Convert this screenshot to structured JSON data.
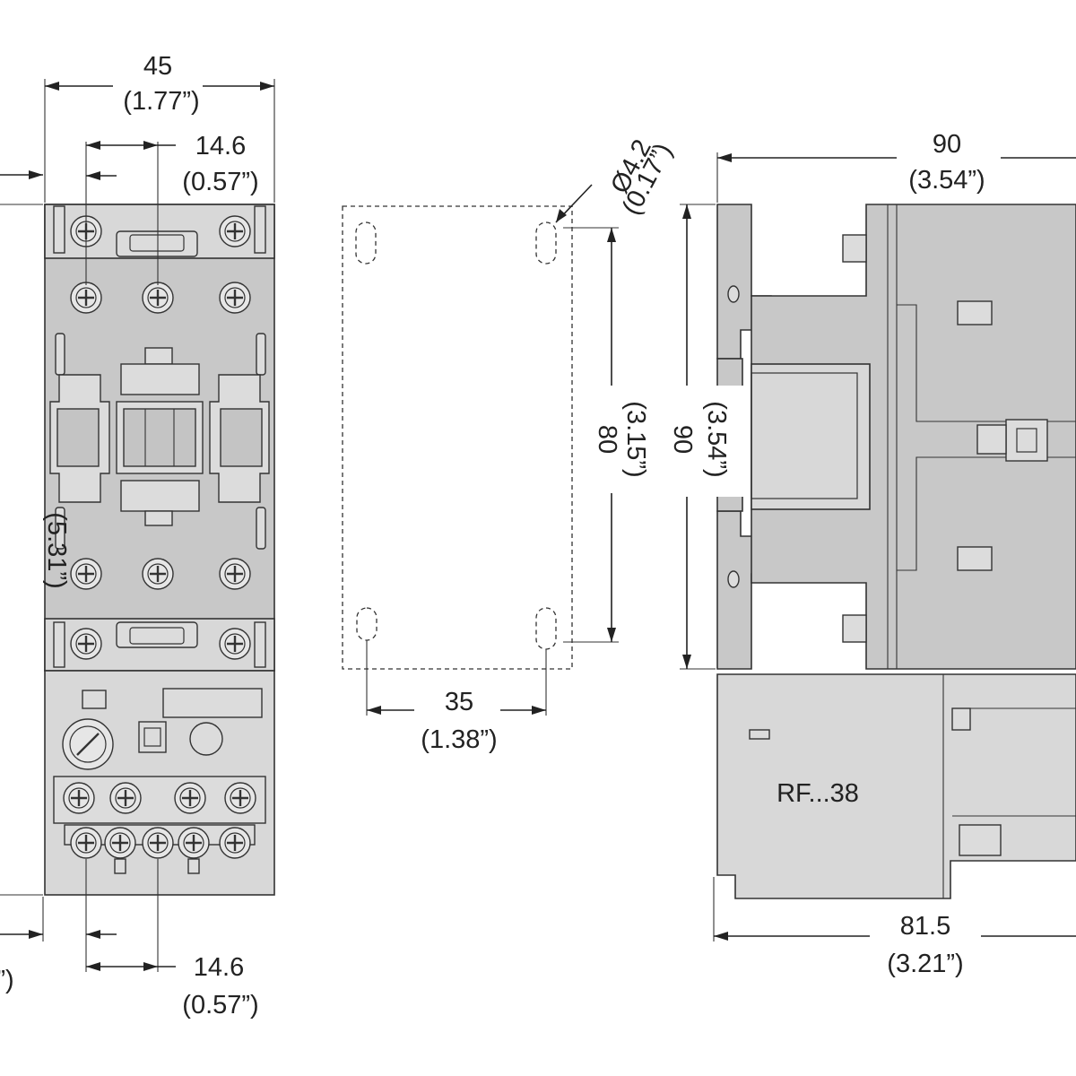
{
  "front_view": {
    "width_top": {
      "value": "45",
      "inch": "(1.77”)"
    },
    "pitch_top": {
      "value": "14.6",
      "inch": "(0.57”)"
    },
    "height_side": {
      "inch": "(5.31”)"
    },
    "bottom_left": {
      "inch": "”)"
    },
    "pitch_bottom": {
      "value": "14.6",
      "inch": "(0.57”)"
    }
  },
  "drilling_template": {
    "hole": {
      "value": "Ø4.2",
      "inch": "(0.17”)"
    },
    "height": {
      "value": "80",
      "inch": "(3.15”)"
    },
    "width": {
      "value": "35",
      "inch": "(1.38”)"
    }
  },
  "side_view": {
    "depth_top": {
      "value": "90",
      "inch": "(3.54”)"
    },
    "height": {
      "value": "90",
      "inch": "(3.54”)"
    },
    "relay_label": "RF...38",
    "depth_bottom": {
      "value": "81.5",
      "inch": "(3.21”)"
    }
  }
}
